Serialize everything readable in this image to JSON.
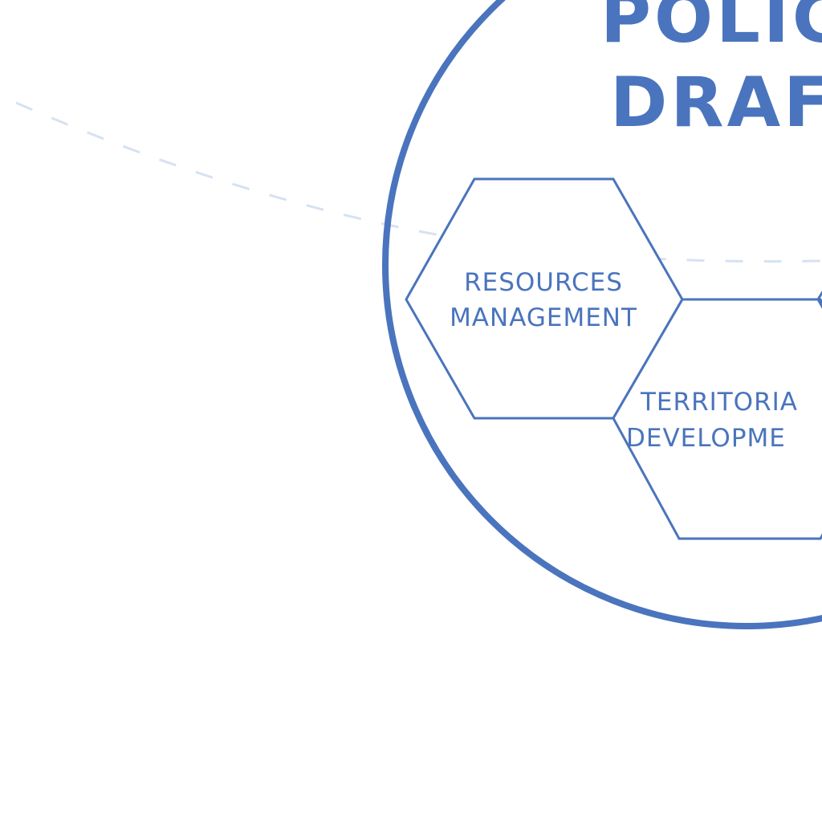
{
  "diagram": {
    "title_lines": [
      "POLIC",
      "DRAF"
    ],
    "hexagons": [
      {
        "lines": [
          "RESOURCES",
          "MANAGEMENT"
        ]
      },
      {
        "lines": [
          "TERRITORIA",
          "DEVELOPME"
        ]
      }
    ]
  },
  "colors": {
    "primary": "#4a74bd",
    "dashed": "#d6e2f1",
    "background": "#ffffff"
  }
}
